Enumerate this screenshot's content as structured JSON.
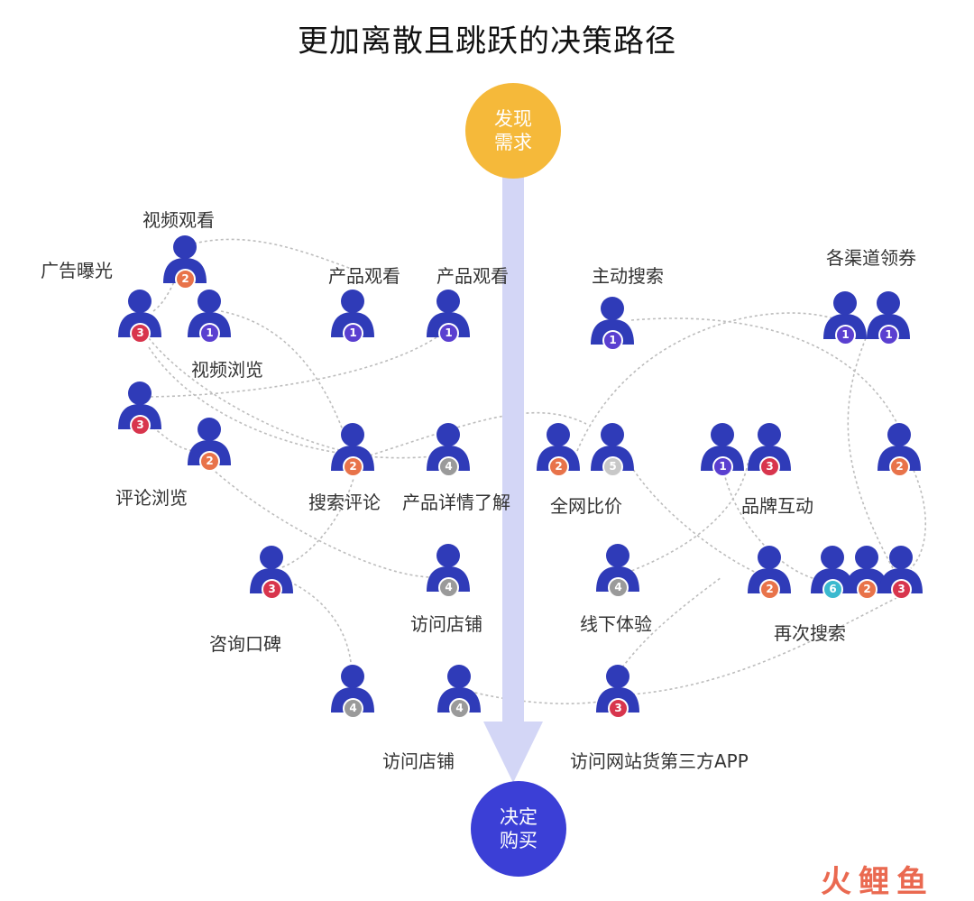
{
  "title": "更加离散且跳跃的决策路径",
  "start_node": {
    "line1": "发现",
    "line2": "需求"
  },
  "end_node": {
    "line1": "决定",
    "line2": "购买"
  },
  "colors": {
    "start": "#f5b93a",
    "end": "#3b3fd6",
    "arrow": "#d3d6f6",
    "person": "#2f3bb8",
    "connector": "#b7b7b7"
  },
  "labels": [
    {
      "id": "video-watch",
      "text": "视频观看"
    },
    {
      "id": "ad-exposure",
      "text": "广告曝光"
    },
    {
      "id": "product-view-1",
      "text": "产品观看"
    },
    {
      "id": "product-view-2",
      "text": "产品观看"
    },
    {
      "id": "active-search",
      "text": "主动搜索"
    },
    {
      "id": "channel-coupons",
      "text": "各渠道领券"
    },
    {
      "id": "video-browse",
      "text": "视频浏览"
    },
    {
      "id": "comment-browse",
      "text": "评论浏览"
    },
    {
      "id": "search-comments",
      "text": "搜索评论"
    },
    {
      "id": "product-details",
      "text": "产品详情了解"
    },
    {
      "id": "price-compare",
      "text": "全网比价"
    },
    {
      "id": "brand-interaction",
      "text": "品牌互动"
    },
    {
      "id": "visit-store-1",
      "text": "访问店铺"
    },
    {
      "id": "offline-experience",
      "text": "线下体验"
    },
    {
      "id": "search-again",
      "text": "再次搜索"
    },
    {
      "id": "consult-reputation",
      "text": "咨询口碑"
    },
    {
      "id": "visit-store-2",
      "text": "访问店铺"
    },
    {
      "id": "visit-sites",
      "text": "访问网站货第三方APP"
    }
  ],
  "persons": [
    {
      "id": "p1",
      "badge": "2"
    },
    {
      "id": "p2",
      "badge": "3"
    },
    {
      "id": "p3",
      "badge": "1"
    },
    {
      "id": "p4",
      "badge": "1"
    },
    {
      "id": "p5",
      "badge": "1"
    },
    {
      "id": "p6",
      "badge": "1"
    },
    {
      "id": "p7",
      "badge": "1"
    },
    {
      "id": "p8",
      "badge": "1"
    },
    {
      "id": "p9",
      "badge": "3"
    },
    {
      "id": "p10",
      "badge": "2"
    },
    {
      "id": "p11",
      "badge": "2"
    },
    {
      "id": "p12",
      "badge": "4"
    },
    {
      "id": "p13",
      "badge": "2"
    },
    {
      "id": "p14",
      "badge": "5"
    },
    {
      "id": "p15",
      "badge": "1"
    },
    {
      "id": "p16",
      "badge": "3"
    },
    {
      "id": "p17",
      "badge": "2"
    },
    {
      "id": "p18",
      "badge": "3"
    },
    {
      "id": "p19",
      "badge": "4"
    },
    {
      "id": "p20",
      "badge": "4"
    },
    {
      "id": "p21",
      "badge": "2"
    },
    {
      "id": "p22",
      "badge": "6"
    },
    {
      "id": "p23",
      "badge": "2"
    },
    {
      "id": "p24",
      "badge": "3"
    },
    {
      "id": "p25",
      "badge": "4"
    },
    {
      "id": "p26",
      "badge": "4"
    },
    {
      "id": "p27",
      "badge": "3"
    }
  ],
  "badge_colors": {
    "1": "#5a3fd0",
    "2": "#e8734a",
    "3": "#d8354d",
    "4": "#9a9a9a",
    "5": "#c8c8c8",
    "6": "#3bb9cf"
  },
  "watermark": "火鲤鱼"
}
